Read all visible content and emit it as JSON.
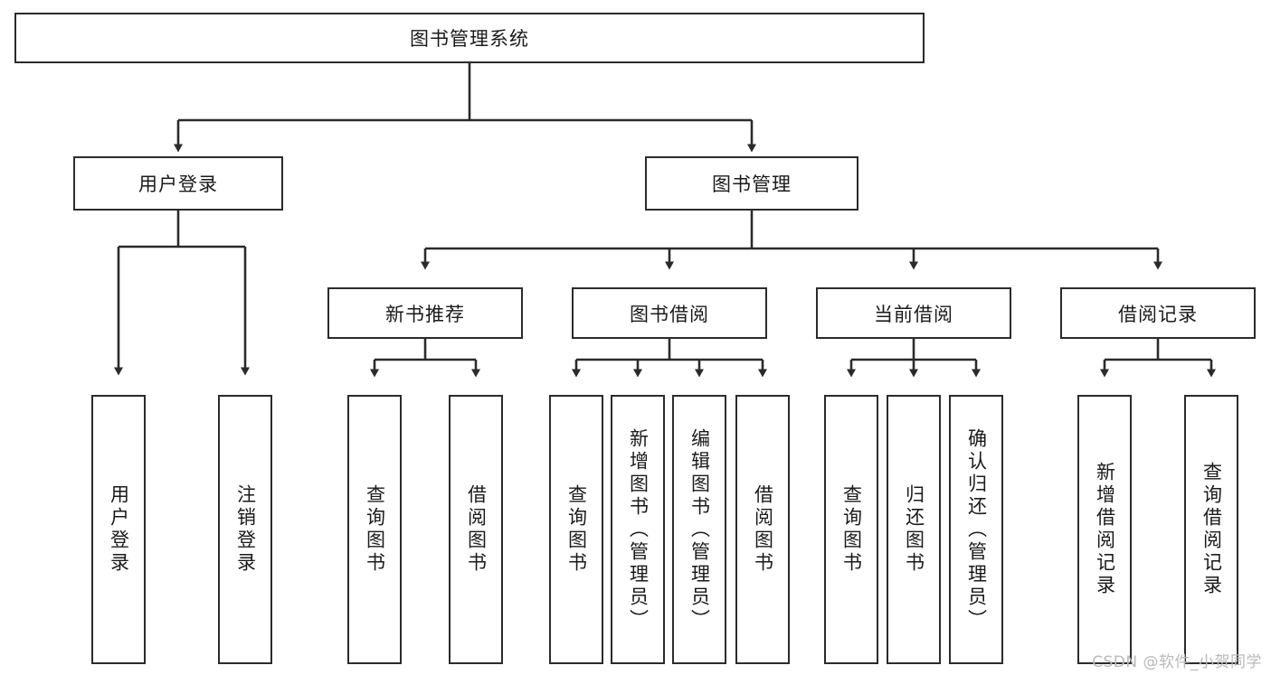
{
  "diagram": {
    "title": "图书管理系统",
    "type": "tree",
    "watermark": "CSDN @软件_小贺同学",
    "colors": {
      "box_border": "#2b2b2b",
      "box_fill": "#ffffff",
      "connector": "#2b2b2b",
      "text": "#1a1a1a",
      "watermark": "#b9b9b9",
      "background": "#ffffff"
    },
    "levels": {
      "root": "图书管理系统",
      "level2": [
        "用户登录",
        "图书管理"
      ],
      "level3": [
        "新书推荐",
        "图书借阅",
        "当前借阅",
        "借阅记录"
      ]
    },
    "nodes": {
      "root": {
        "label": "图书管理系统",
        "orientation": "horizontal"
      },
      "user_login": {
        "label": "用户登录",
        "orientation": "horizontal"
      },
      "book_manage": {
        "label": "图书管理",
        "orientation": "horizontal"
      },
      "new_book_rec": {
        "label": "新书推荐",
        "orientation": "horizontal"
      },
      "book_borrow": {
        "label": "图书借阅",
        "orientation": "horizontal"
      },
      "current_borrow": {
        "label": "当前借阅",
        "orientation": "horizontal"
      },
      "borrow_record": {
        "label": "借阅记录",
        "orientation": "horizontal"
      },
      "leaf_user_login": {
        "label": "用户登录",
        "orientation": "vertical"
      },
      "leaf_logout": {
        "label": "注销登录",
        "orientation": "vertical"
      },
      "leaf_query_book_1": {
        "label": "查询图书",
        "orientation": "vertical"
      },
      "leaf_borrow_book_1": {
        "label": "借阅图书",
        "orientation": "vertical"
      },
      "leaf_query_book_2": {
        "label": "查询图书",
        "orientation": "vertical"
      },
      "leaf_add_book": {
        "label": "新增图书（管理员）",
        "orientation": "vertical"
      },
      "leaf_edit_book": {
        "label": "编辑图书（管理员）",
        "orientation": "vertical"
      },
      "leaf_borrow_book_2": {
        "label": "借阅图书",
        "orientation": "vertical"
      },
      "leaf_query_book_3": {
        "label": "查询图书",
        "orientation": "vertical"
      },
      "leaf_return_book": {
        "label": "归还图书",
        "orientation": "vertical"
      },
      "leaf_confirm_return": {
        "label": "确认归还（管理员）",
        "orientation": "vertical"
      },
      "leaf_add_record": {
        "label": "新增借阅记录",
        "orientation": "vertical"
      },
      "leaf_query_record": {
        "label": "查询借阅记录",
        "orientation": "vertical"
      }
    },
    "edges": [
      {
        "from": "图书管理系统",
        "to": "用户登录"
      },
      {
        "from": "图书管理系统",
        "to": "图书管理"
      },
      {
        "from": "用户登录",
        "to": "用户登录"
      },
      {
        "from": "用户登录",
        "to": "注销登录"
      },
      {
        "from": "图书管理",
        "to": "新书推荐"
      },
      {
        "from": "图书管理",
        "to": "图书借阅"
      },
      {
        "from": "图书管理",
        "to": "当前借阅"
      },
      {
        "from": "图书管理",
        "to": "借阅记录"
      },
      {
        "from": "新书推荐",
        "to": "查询图书"
      },
      {
        "from": "新书推荐",
        "to": "借阅图书"
      },
      {
        "from": "图书借阅",
        "to": "查询图书"
      },
      {
        "from": "图书借阅",
        "to": "新增图书（管理员）"
      },
      {
        "from": "图书借阅",
        "to": "编辑图书（管理员）"
      },
      {
        "from": "图书借阅",
        "to": "借阅图书"
      },
      {
        "from": "当前借阅",
        "to": "查询图书"
      },
      {
        "from": "当前借阅",
        "to": "归还图书"
      },
      {
        "from": "当前借阅",
        "to": "确认归还（管理员）"
      },
      {
        "from": "借阅记录",
        "to": "新增借阅记录"
      },
      {
        "from": "借阅记录",
        "to": "查询借阅记录"
      }
    ]
  }
}
